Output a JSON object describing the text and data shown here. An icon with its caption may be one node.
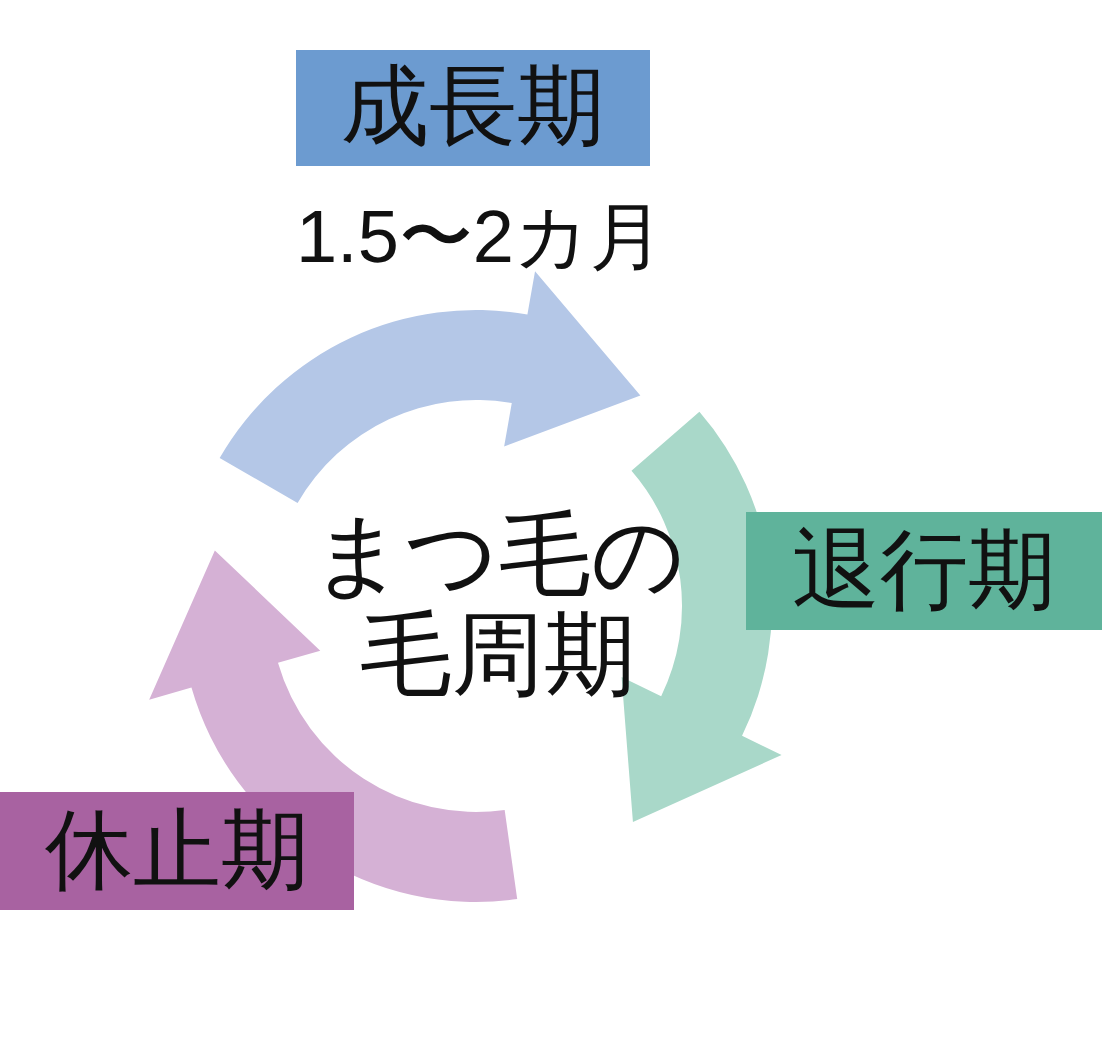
{
  "diagram": {
    "nodes": [
      {
        "text": [
          "成長期"
        ],
        "beside": [
          "1.5〜2カ月"
        ]
      },
      {
        "text": [
          "退行期"
        ]
      },
      {
        "text": [
          "休止期"
        ]
      }
    ],
    "edges": [
      {
        "from": 0,
        "to": 1,
        "arrow": "to",
        "color": "#b4c7e7"
      },
      {
        "from": 1,
        "to": null,
        "arrow": "to",
        "color": "#a9d8c9"
      },
      {
        "from": 2,
        "to": null,
        "arrow": "to",
        "color": "#d5b1d5"
      }
    ],
    "labels": [
      "まつ毛の毛周期"
    ]
  }
}
